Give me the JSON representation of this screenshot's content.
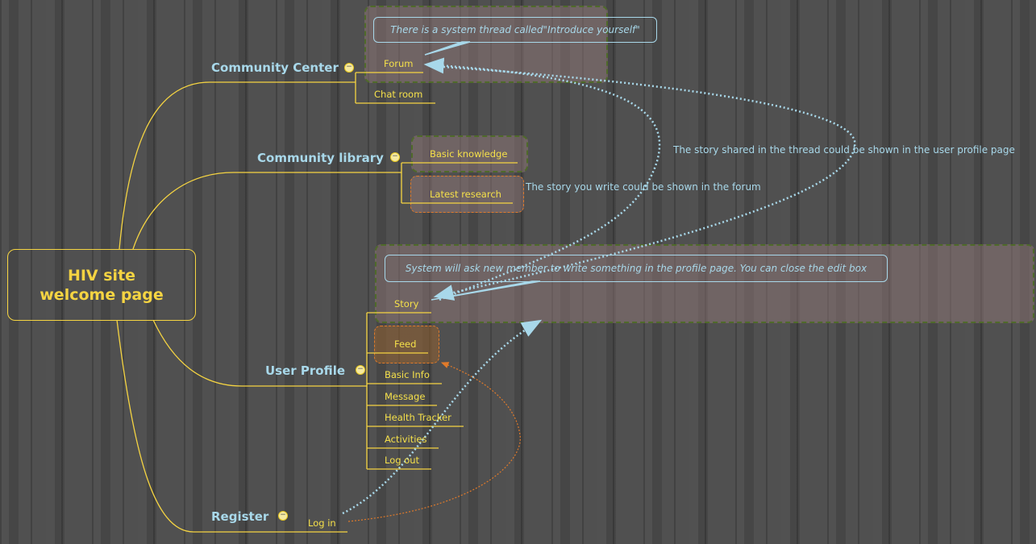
{
  "central": {
    "line1": "HIV site",
    "line2": "welcome page"
  },
  "topics": {
    "community_center": {
      "label": "Community Center",
      "children": [
        "Forum",
        "Chat room"
      ],
      "callout": "There is a system thread called\"Introduce yourself\""
    },
    "community_library": {
      "label": "Community library",
      "children": [
        "Basic knowledge",
        "Latest research"
      ]
    },
    "user_profile": {
      "label": "User Profile",
      "children": [
        "Story",
        "Feed",
        "Basic Info",
        "Message",
        "Health Tracker",
        "Activities",
        "Log out"
      ],
      "callout": "System will ask new member to write something in the profile page. You can close the edit box"
    },
    "register": {
      "label": "Register",
      "children": [
        "Log in"
      ]
    }
  },
  "notes": {
    "thread_to_profile": "The story shared in the thread could be shown in the user profile page",
    "story_to_forum": "The story you write could be shown in the forum"
  },
  "collapse_symbol": "−",
  "colors": {
    "branch": "#f5d442",
    "topic": "#a8d8ea",
    "relation": "#a8d8ea",
    "relation_alt": "#e07a2a"
  }
}
